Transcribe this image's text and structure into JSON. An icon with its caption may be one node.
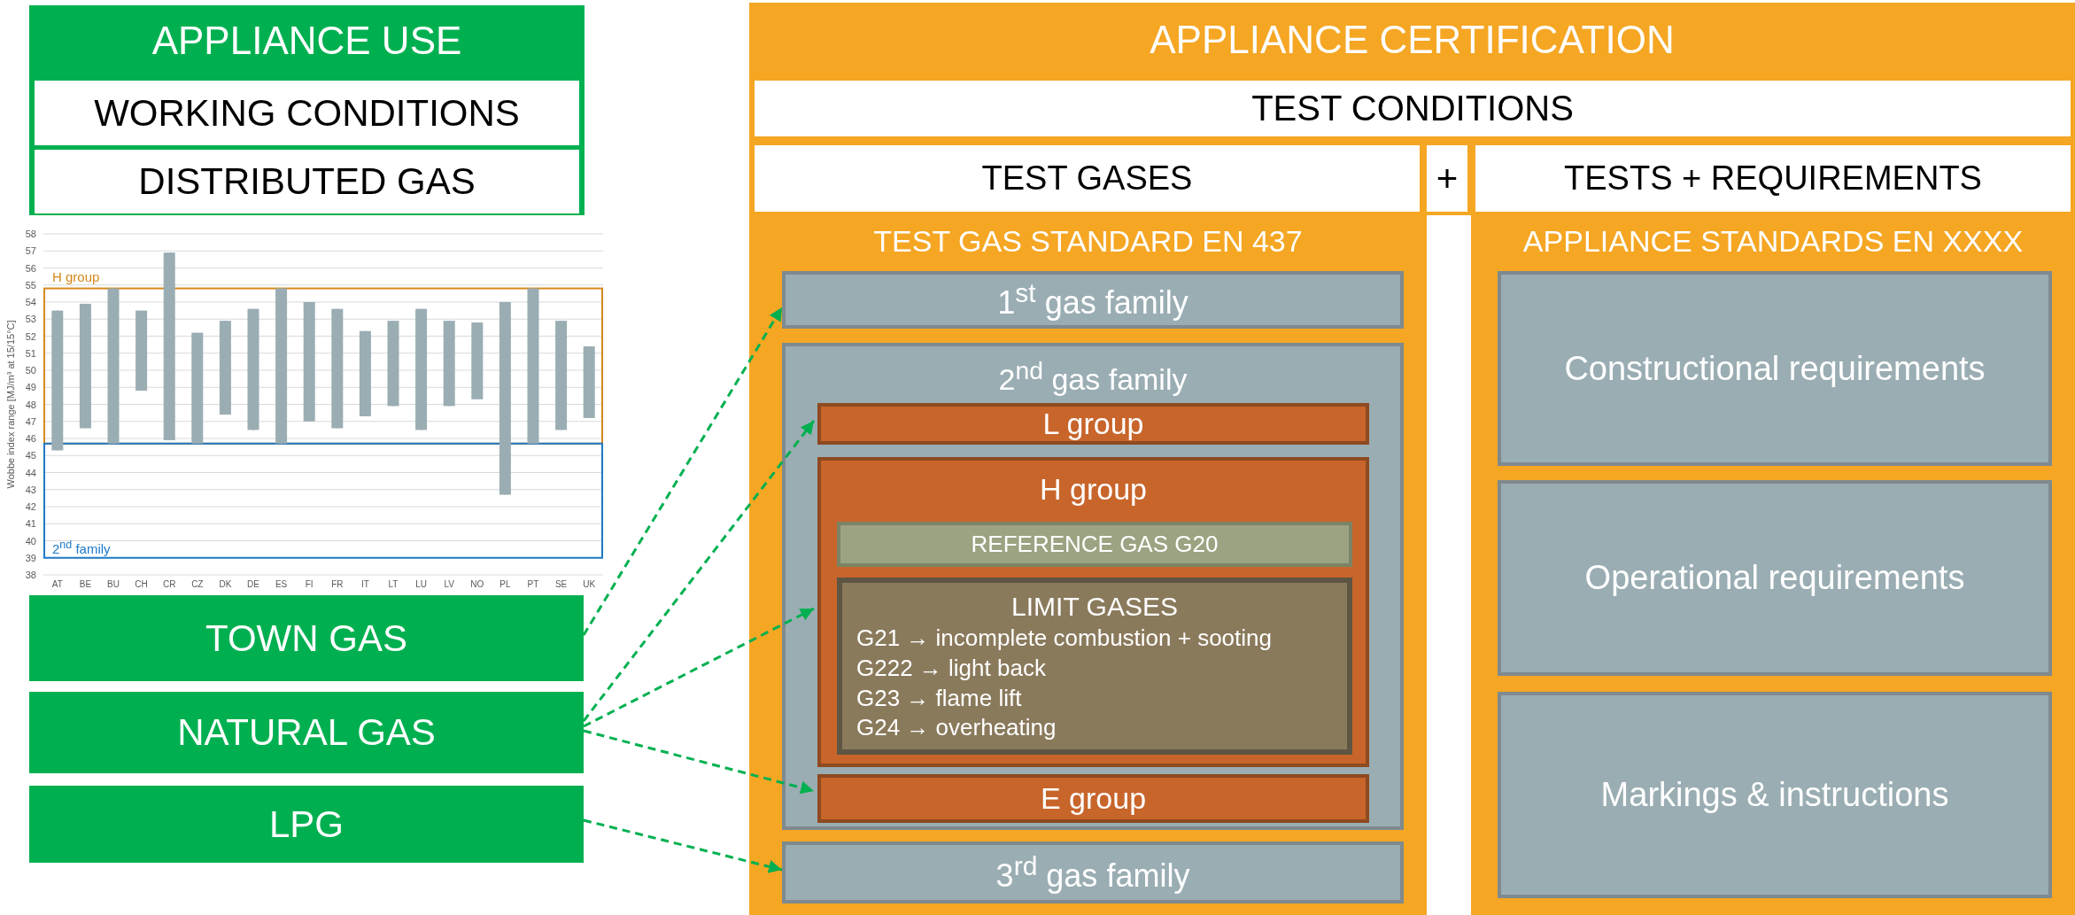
{
  "diagram": {
    "nodes": [
      {
        "text": [
          "APPLIANCE USE"
        ]
      },
      {
        "text": [
          "WORKING CONDITIONS"
        ],
        "in": 0
      },
      {
        "text": [
          "DISTRIBUTED GAS"
        ],
        "in": 0
      },
      {
        "text": [
          "TOWN GAS"
        ]
      },
      {
        "text": [
          "NATURAL GAS"
        ]
      },
      {
        "text": [
          "LPG"
        ]
      },
      {
        "text": [
          "APPLIANCE CERTIFICATION"
        ]
      },
      {
        "text": [
          "TEST CONDITIONS"
        ],
        "in": 6
      },
      {
        "text": [
          "TEST GASES"
        ],
        "in": 6
      },
      {
        "text": [
          "+"
        ],
        "in": 6
      },
      {
        "text": [
          "TESTS + REQUIREMENTS"
        ],
        "in": 6
      },
      {
        "text": [
          "TEST GAS STANDARD EN 437"
        ],
        "in": 6
      },
      {
        "text": [
          "1$^{st}$ gas family"
        ],
        "in": 11
      },
      {
        "text": [
          "2$^{nd}$ gas family"
        ],
        "in": 11
      },
      {
        "text": [
          "L group"
        ],
        "in": 13
      },
      {
        "text": [
          "H group"
        ],
        "in": 13
      },
      {
        "text": [
          "REFERENCE GAS G20"
        ],
        "in": 15
      },
      {
        "text": [
          "LIMIT GASES",
          "G21 → incomplete combustion + sooting",
          "G222 → light back",
          "G23 → flame lift",
          "G24 → overheating"
        ],
        "in": 15
      },
      {
        "text": [
          "E group"
        ],
        "in": 13
      },
      {
        "text": [
          "3$^{rd}$ gas family"
        ],
        "in": 11
      },
      {
        "text": [
          "APPLIANCE STANDARDS EN XXXX"
        ],
        "in": 6
      },
      {
        "text": [
          "Constructional requirements"
        ],
        "in": 20
      },
      {
        "text": [
          "Operational requirements"
        ],
        "in": 20
      },
      {
        "text": [
          "Markings & instructions"
        ],
        "in": 20
      }
    ],
    "edges": [
      {
        "from": 3,
        "to": 12,
        "arrow": "to",
        "style": "dashed"
      },
      {
        "from": 4,
        "to": 14,
        "arrow": "to",
        "style": "dashed"
      },
      {
        "from": 4,
        "to": 15,
        "arrow": "to",
        "style": "dashed"
      },
      {
        "from": 4,
        "to": 18,
        "arrow": "to",
        "style": "dashed"
      },
      {
        "from": 5,
        "to": 19,
        "arrow": "to",
        "style": "dashed"
      }
    ],
    "chart_data": {
      "type": "candlestick",
      "grid": true,
      "ylabel": "Wobbe index range [MJ/m³ at 15/15°C]",
      "categories": [
        "AT",
        "BE",
        "BU",
        "CH",
        "CR",
        "CZ",
        "DK",
        "DE",
        "ES",
        "FI",
        "FR",
        "IT",
        "LT",
        "LU",
        "LV",
        "NO",
        "PL",
        "PT",
        "SE",
        "UK"
      ],
      "series": [
        {
          "color": "#9aadb3",
          "ohlc": [
            [
              45.3,
              53.5,
              45.3,
              53.5
            ],
            [
              46.6,
              53.9,
              46.6,
              53.9
            ],
            [
              45.7,
              54.8,
              45.7,
              54.8
            ],
            [
              48.8,
              53.5,
              48.8,
              53.5
            ],
            [
              45.9,
              56.9,
              45.9,
              56.9
            ],
            [
              45.7,
              52.2,
              45.7,
              52.2
            ],
            [
              47.4,
              52.9,
              47.4,
              52.9
            ],
            [
              46.5,
              53.6,
              46.5,
              53.6
            ],
            [
              45.7,
              54.8,
              45.7,
              54.8
            ],
            [
              47.0,
              54.0,
              47.0,
              54.0
            ],
            [
              46.6,
              53.6,
              46.6,
              53.6
            ],
            [
              47.3,
              52.3,
              47.3,
              52.3
            ],
            [
              47.9,
              52.9,
              47.9,
              52.9
            ],
            [
              46.5,
              53.6,
              46.5,
              53.6
            ],
            [
              47.9,
              52.9,
              47.9,
              52.9
            ],
            [
              48.3,
              52.8,
              48.3,
              52.8
            ],
            [
              42.7,
              54.0,
              42.7,
              54.0
            ],
            [
              45.7,
              54.8,
              45.7,
              54.8
            ],
            [
              46.5,
              52.9,
              46.5,
              52.9
            ],
            [
              47.2,
              51.4,
              47.2,
              51.4
            ]
          ]
        }
      ],
      "ylim": [
        38,
        58
      ],
      "yticks": [
        38,
        39,
        40,
        41,
        42,
        43,
        44,
        45,
        46,
        47,
        48,
        49,
        50,
        51,
        52,
        53,
        54,
        55,
        56,
        57,
        58
      ],
      "annotations": [
        {
          "text": "H group"
        },
        {
          "text": "2$^{nd}$ family"
        }
      ]
    }
  }
}
